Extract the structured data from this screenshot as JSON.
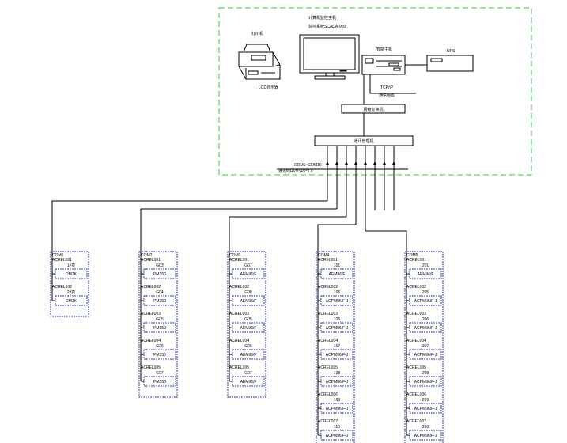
{
  "monitoring_room": {
    "printer_label": "打印机",
    "monitor_title": "计算机监控主机",
    "monitor_model": "监控系统SCADA-900",
    "host_label": "智能主机",
    "ups_label": "UPS",
    "lcd_label": "LCD显示器",
    "protocol": "TCP/IP",
    "protocol_sub": "通信电缆",
    "switch_label": "网络交换机",
    "gateway_label": "通讯管理机",
    "bus_protocol": "COM1~COM10",
    "bus_cable": "通讯线RVVSP2*1.0"
  },
  "panels": [
    {
      "com_label": "COM1",
      "devices": [
        {
          "addr": "ACREL001",
          "name": "1#变",
          "model": "DM3K"
        },
        {
          "addr": "ACREL002",
          "name": "2#变",
          "model": "DM3K"
        }
      ]
    },
    {
      "com_label": "COM2",
      "devices": [
        {
          "addr": "ACREL001",
          "name": "G03",
          "model": "PM350"
        },
        {
          "addr": "ACREL002",
          "name": "G04",
          "model": "PM350"
        },
        {
          "addr": "ACREL003",
          "name": "G05",
          "model": "PM350"
        },
        {
          "addr": "ACREL004",
          "name": "G06",
          "model": "PM350"
        },
        {
          "addr": "ACREL005",
          "name": "G07",
          "model": "PM350"
        }
      ]
    },
    {
      "com_label": "COM3",
      "devices": [
        {
          "addr": "ACREL001",
          "name": "G07",
          "model": "AEM96/F"
        },
        {
          "addr": "ACREL002",
          "name": "G08",
          "model": "AEM96/F"
        },
        {
          "addr": "ACREL003",
          "name": "G05",
          "model": "AEM96/F"
        },
        {
          "addr": "ACREL004",
          "name": "G06",
          "model": "AEM96/F"
        },
        {
          "addr": "ACREL005",
          "name": "G07",
          "model": "AEM96/F"
        }
      ]
    },
    {
      "com_label": "COM4",
      "devices": [
        {
          "addr": "ACREL001",
          "name": "101",
          "model": "AEM96/F"
        },
        {
          "addr": "ACREL002",
          "name": "105",
          "model": "ACPM96/F-J"
        },
        {
          "addr": "ACREL003",
          "name": "106",
          "model": "ACPM96/F-J"
        },
        {
          "addr": "ACREL004",
          "name": "107",
          "model": "ACPM96/F-J"
        },
        {
          "addr": "ACREL005",
          "name": "108",
          "model": "ACPM96/F-J"
        },
        {
          "addr": "ACREL006",
          "name": "109",
          "model": "ACPM96/F-J"
        },
        {
          "addr": "ACREL007",
          "name": "110",
          "model": "ACPM96/F-J"
        }
      ]
    },
    {
      "com_label": "COM5",
      "devices": [
        {
          "addr": "ACREL001",
          "name": "201",
          "model": "AEM96/F"
        },
        {
          "addr": "ACREL002",
          "name": "205",
          "model": "ACPM96/F-J"
        },
        {
          "addr": "ACREL003",
          "name": "206",
          "model": "ACPM96/F-J"
        },
        {
          "addr": "ACREL004",
          "name": "207",
          "model": "ACPM96/F-J"
        },
        {
          "addr": "ACREL005",
          "name": "208",
          "model": "ACPM96/F-J"
        },
        {
          "addr": "ACREL006",
          "name": "209",
          "model": "ACPM96/F-J"
        },
        {
          "addr": "ACREL007",
          "name": "210",
          "model": "ACPM96/F-J"
        }
      ]
    }
  ]
}
